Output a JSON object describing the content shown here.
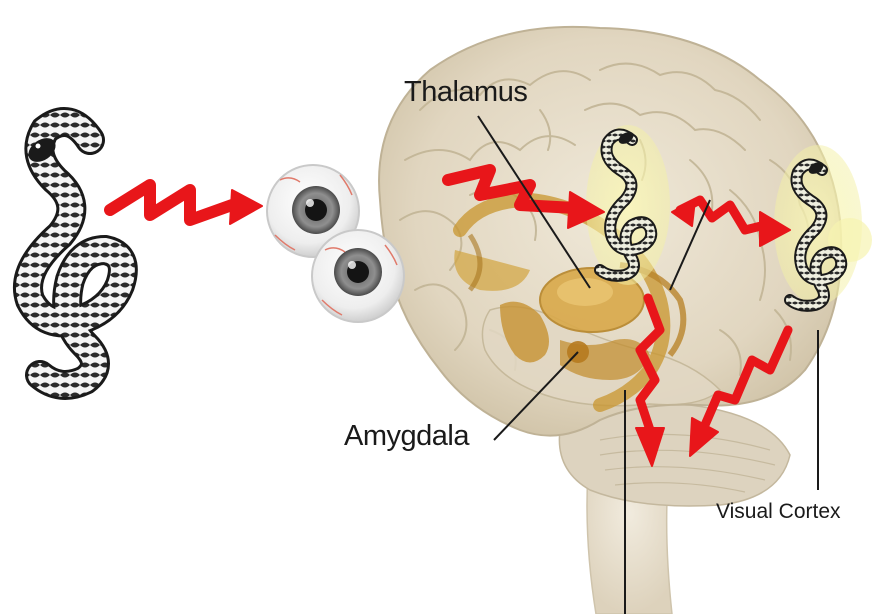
{
  "labels": {
    "thalamus": "Thalamus",
    "amygdala": "Amygdala",
    "visual_cortex": "Visual Cortex"
  },
  "colors": {
    "arrow": "#e8161a",
    "brain": "#e4dccb",
    "limbic": "#c8952e",
    "highlight": "#f3f0a6",
    "snake": "#1f1f1f"
  },
  "icons": [
    "snake-icon",
    "eyeball-icon",
    "brain-illustration"
  ]
}
